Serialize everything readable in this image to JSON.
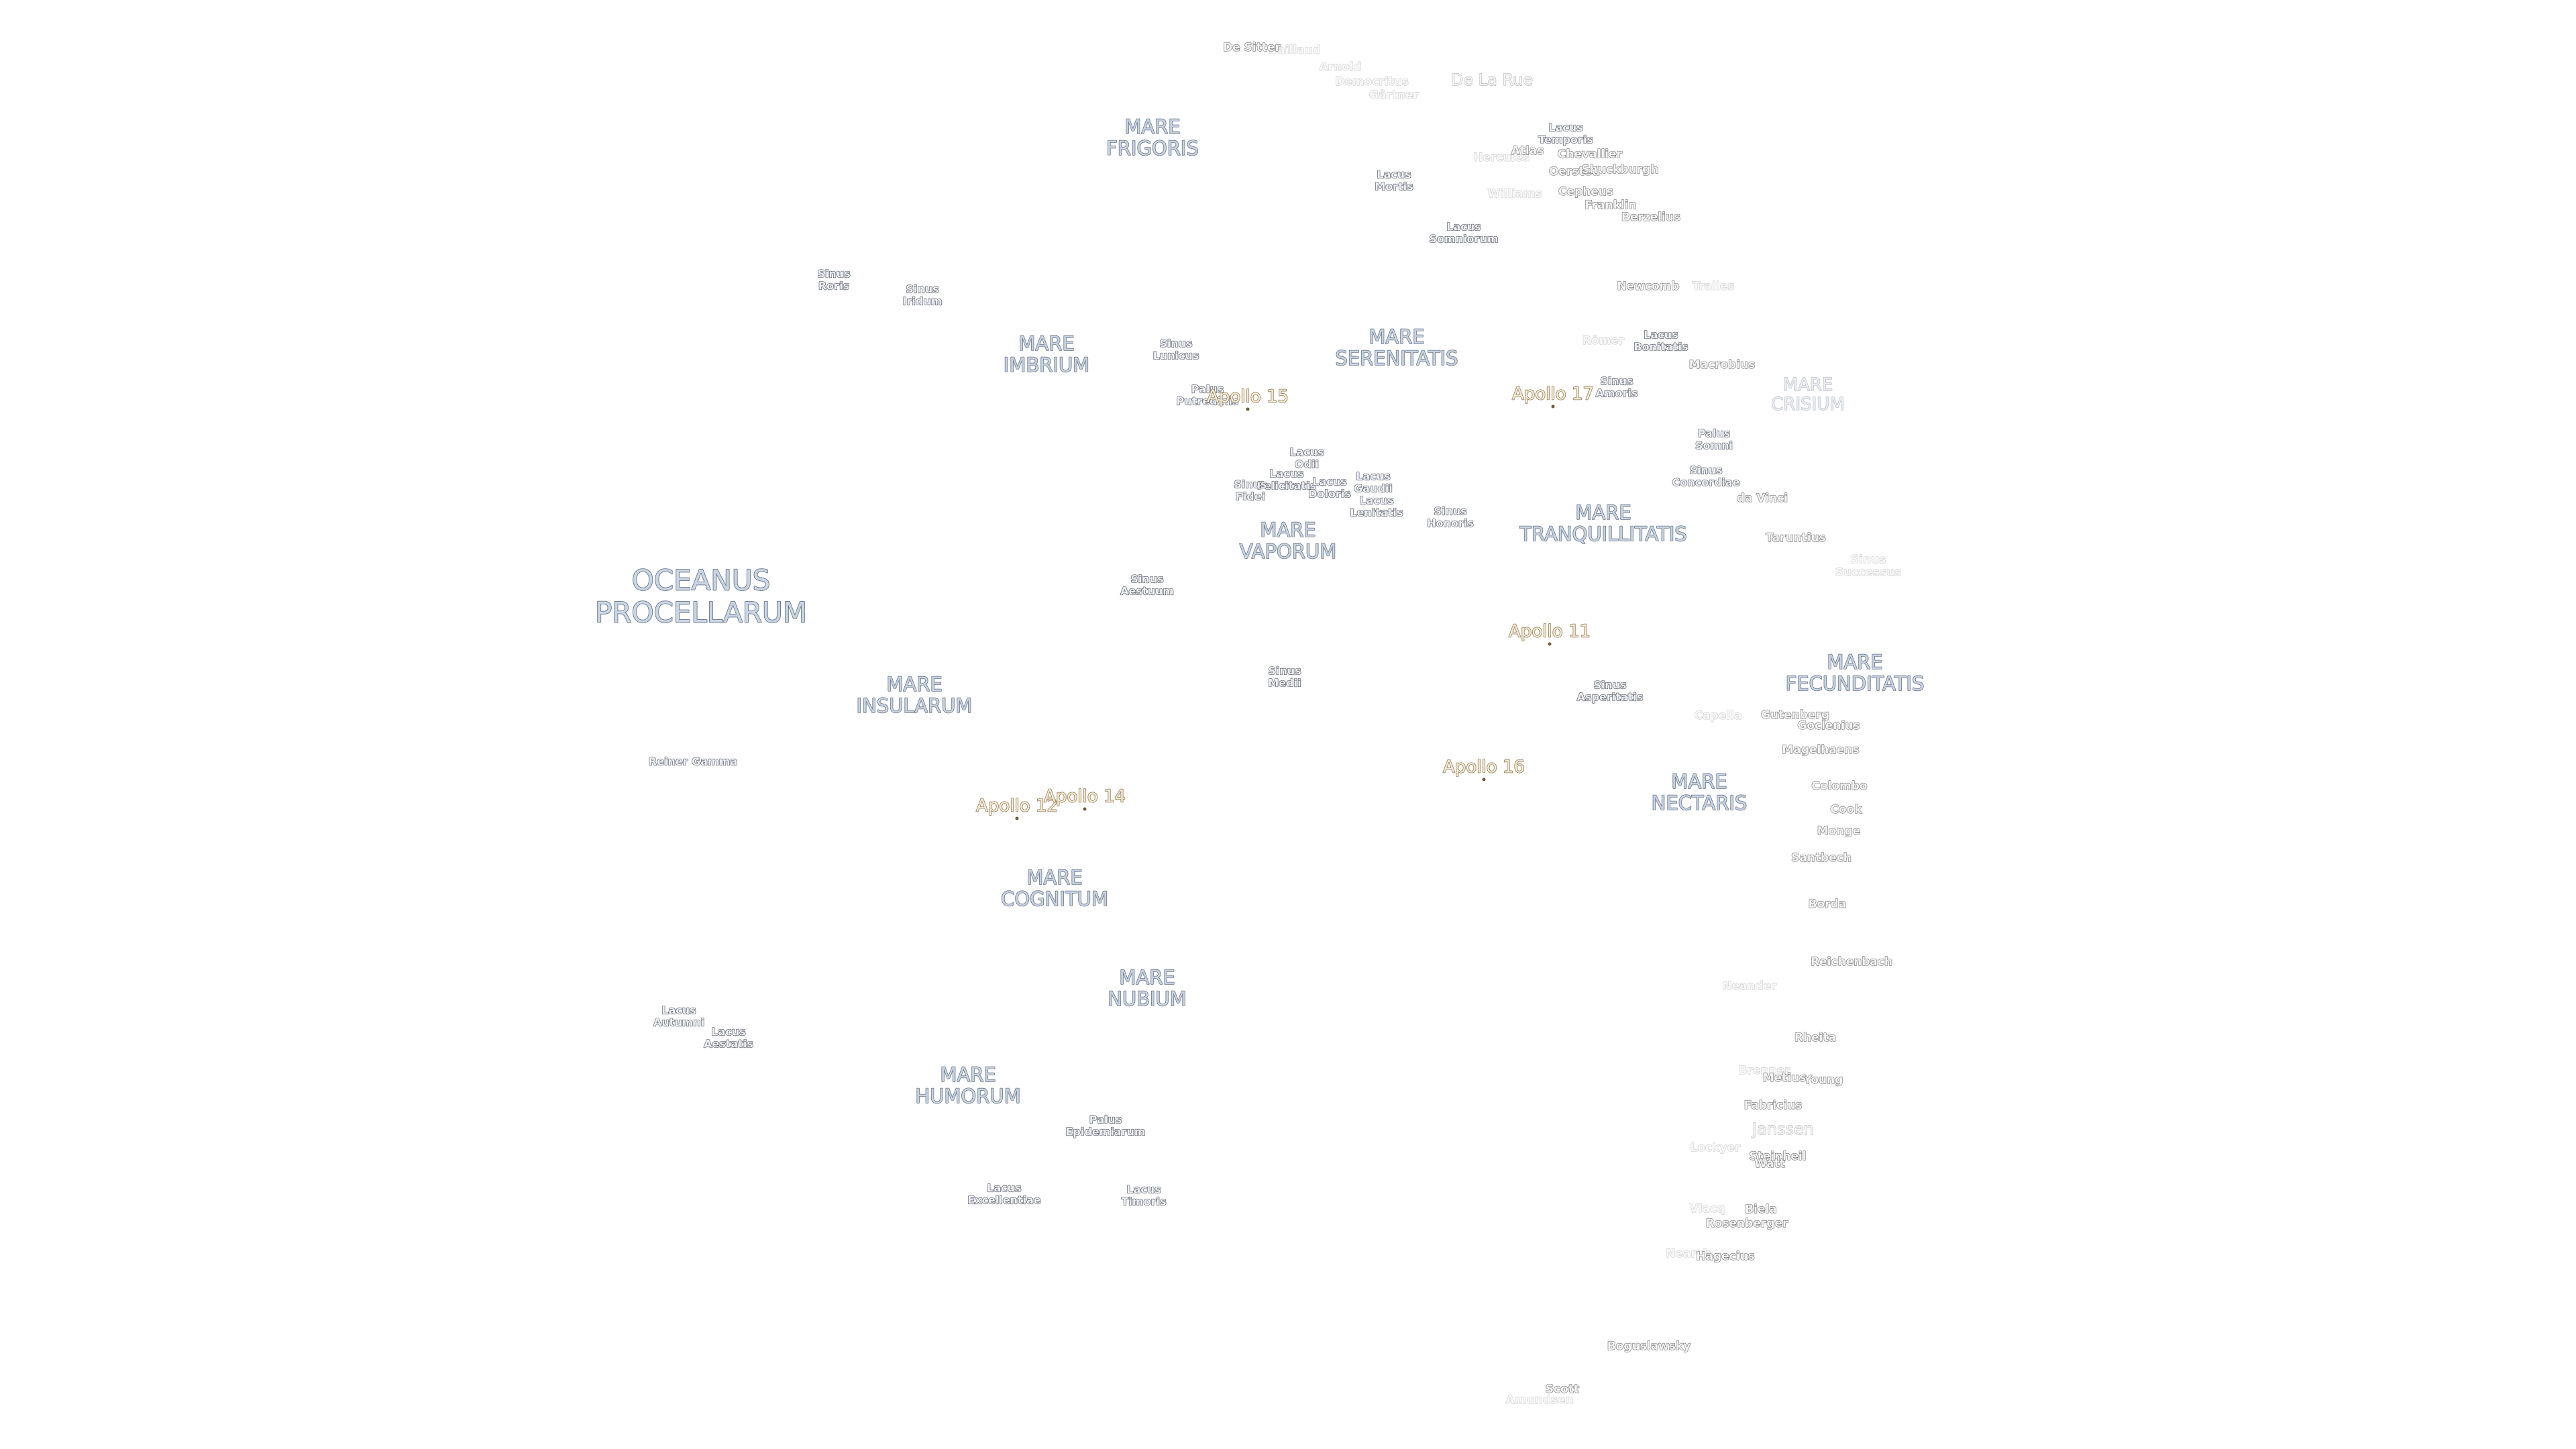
{
  "map": {
    "oceanus": [
      {
        "id": "oceanus-procellarum",
        "lines": [
          "OCEANUS",
          "PROCELLARUM"
        ]
      }
    ],
    "maria": [
      {
        "id": "mare-frigoris",
        "lines": [
          "MARE",
          "FRIGORIS"
        ]
      },
      {
        "id": "mare-imbrium",
        "lines": [
          "MARE",
          "IMBRIUM"
        ]
      },
      {
        "id": "mare-serenitatis",
        "lines": [
          "MARE",
          "SERENITATIS"
        ]
      },
      {
        "id": "mare-tranquillitatis",
        "lines": [
          "MARE",
          "TRANQUILLITATIS"
        ]
      },
      {
        "id": "mare-fecunditatis",
        "lines": [
          "MARE",
          "FECUNDITATIS"
        ]
      },
      {
        "id": "mare-insularum",
        "lines": [
          "MARE",
          "INSULARUM"
        ]
      },
      {
        "id": "mare-cognitum",
        "lines": [
          "MARE",
          "COGNITUM"
        ]
      },
      {
        "id": "mare-nubium",
        "lines": [
          "MARE",
          "NUBIUM"
        ]
      },
      {
        "id": "mare-humorum",
        "lines": [
          "MARE",
          "HUMORUM"
        ]
      },
      {
        "id": "mare-nectaris",
        "lines": [
          "MARE",
          "NECTARIS"
        ]
      },
      {
        "id": "mare-vaporum",
        "lines": [
          "MARE",
          "VAPORUM"
        ]
      }
    ],
    "maria_faint": [
      {
        "id": "mare-crisium",
        "lines": [
          "MARE",
          "CRISIUM"
        ]
      }
    ],
    "minor_features": [
      {
        "id": "lacus-mortis",
        "lines": [
          "Lacus",
          "Mortis"
        ]
      },
      {
        "id": "lacus-somniorum",
        "lines": [
          "Lacus",
          "Somniorum"
        ]
      },
      {
        "id": "lacus-temporis",
        "lines": [
          "Lacus",
          "Temporis"
        ]
      },
      {
        "id": "sinus-roris",
        "lines": [
          "Sinus",
          "Roris"
        ]
      },
      {
        "id": "sinus-iridum",
        "lines": [
          "Sinus",
          "Iridum"
        ]
      },
      {
        "id": "sinus-lunicus",
        "lines": [
          "Sinus",
          "Lunicus"
        ]
      },
      {
        "id": "palus-putredinis",
        "lines": [
          "Palus",
          "Putredinis"
        ]
      },
      {
        "id": "lacus-bonitatis",
        "lines": [
          "Lacus",
          "Bonitatis"
        ]
      },
      {
        "id": "sinus-amoris",
        "lines": [
          "Sinus",
          "Amoris"
        ]
      },
      {
        "id": "palus-somni",
        "lines": [
          "Palus",
          "Somni"
        ]
      },
      {
        "id": "sinus-concordiae",
        "lines": [
          "Sinus",
          "Concordiae"
        ]
      },
      {
        "id": "lacus-odii",
        "lines": [
          "Lacus",
          "Odii"
        ]
      },
      {
        "id": "lacus-felicitatis",
        "lines": [
          "Lacus",
          "Felicitatis"
        ]
      },
      {
        "id": "lacus-doloris",
        "lines": [
          "Lacus",
          "Doloris"
        ]
      },
      {
        "id": "sinus-fidei",
        "lines": [
          "Sinus",
          "Fidei"
        ]
      },
      {
        "id": "lacus-gaudii",
        "lines": [
          "Lacus",
          "Gaudii"
        ]
      },
      {
        "id": "sinus-honoris",
        "lines": [
          "Sinus",
          "Honoris"
        ]
      },
      {
        "id": "lacus-lenitatis",
        "lines": [
          "Lacus",
          "Lenitatis"
        ]
      },
      {
        "id": "sinus-aestuum",
        "lines": [
          "Sinus",
          "Aestuum"
        ]
      },
      {
        "id": "sinus-medii",
        "lines": [
          "Sinus",
          "Medii"
        ]
      },
      {
        "id": "sinus-asperitatis",
        "lines": [
          "Sinus",
          "Asperitatis"
        ]
      },
      {
        "id": "reiner-gamma",
        "lines": [
          "Reiner Gamma"
        ]
      },
      {
        "id": "lacus-autumni",
        "lines": [
          "Lacus",
          "Autumni"
        ]
      },
      {
        "id": "lacus-aestatis",
        "lines": [
          "Lacus",
          "Aestatis"
        ]
      },
      {
        "id": "palus-epidemiarum",
        "lines": [
          "Palus",
          "Epidemiarum"
        ]
      },
      {
        "id": "lacus-excellentiae",
        "lines": [
          "Lacus",
          "Excellentiae"
        ]
      },
      {
        "id": "lacus-timoris",
        "lines": [
          "Lacus",
          "Timoris"
        ]
      }
    ],
    "craters": [
      {
        "id": "de-sitter",
        "lines": [
          "De Sitter"
        ]
      },
      {
        "id": "atlas",
        "lines": [
          "Atlas"
        ]
      },
      {
        "id": "chevallier",
        "lines": [
          "Chevallier"
        ]
      },
      {
        "id": "oersted",
        "lines": [
          "Oersted"
        ]
      },
      {
        "id": "shuckburgh",
        "lines": [
          "Shuckburgh"
        ]
      },
      {
        "id": "cepheus",
        "lines": [
          "Cepheus"
        ]
      },
      {
        "id": "franklin",
        "lines": [
          "Franklin"
        ]
      },
      {
        "id": "berzelius",
        "lines": [
          "Berzelius"
        ]
      },
      {
        "id": "newcomb",
        "lines": [
          "Newcomb"
        ]
      },
      {
        "id": "macrobius",
        "lines": [
          "Macrobius"
        ]
      },
      {
        "id": "da-vinci",
        "lines": [
          "da Vinci"
        ]
      },
      {
        "id": "taruntius",
        "lines": [
          "Taruntius"
        ]
      },
      {
        "id": "gutenberg",
        "lines": [
          "Gutenberg"
        ]
      },
      {
        "id": "goclenius",
        "lines": [
          "Goclenius"
        ]
      },
      {
        "id": "magelhaens",
        "lines": [
          "Magelhaens"
        ]
      },
      {
        "id": "colombo",
        "lines": [
          "Colombo"
        ]
      },
      {
        "id": "cook",
        "lines": [
          "Cook"
        ]
      },
      {
        "id": "monge",
        "lines": [
          "Monge"
        ]
      },
      {
        "id": "santbech",
        "lines": [
          "Santbech"
        ]
      },
      {
        "id": "borda",
        "lines": [
          "Borda"
        ]
      },
      {
        "id": "reichenbach",
        "lines": [
          "Reichenbach"
        ]
      },
      {
        "id": "rheita",
        "lines": [
          "Rheita"
        ]
      },
      {
        "id": "young",
        "lines": [
          "Young"
        ]
      },
      {
        "id": "metius",
        "lines": [
          "Metius"
        ]
      },
      {
        "id": "fabricius",
        "lines": [
          "Fabricius"
        ]
      },
      {
        "id": "steinheil",
        "lines": [
          "Steinheil"
        ]
      },
      {
        "id": "watt",
        "lines": [
          "Watt"
        ]
      },
      {
        "id": "biela",
        "lines": [
          "Biela"
        ]
      },
      {
        "id": "rosenberger",
        "lines": [
          "Rosenberger"
        ]
      },
      {
        "id": "hagecius",
        "lines": [
          "Hagecius"
        ]
      },
      {
        "id": "boguslawsky",
        "lines": [
          "Boguslawsky"
        ]
      },
      {
        "id": "scott",
        "lines": [
          "Scott"
        ]
      }
    ],
    "craters_faint": [
      {
        "id": "baillaud",
        "lines": [
          "Baillaud"
        ]
      },
      {
        "id": "arnold",
        "lines": [
          "Arnold"
        ]
      },
      {
        "id": "democritus",
        "lines": [
          "Democritus"
        ]
      },
      {
        "id": "gartner",
        "lines": [
          "Gärtner"
        ]
      },
      {
        "id": "hercules",
        "lines": [
          "Hercules"
        ]
      },
      {
        "id": "williams",
        "lines": [
          "Williams"
        ]
      },
      {
        "id": "tralles",
        "lines": [
          "Tralles"
        ]
      },
      {
        "id": "romer",
        "lines": [
          "Römer"
        ]
      },
      {
        "id": "sinus-successus",
        "lines": [
          "Sinus",
          "Successus"
        ]
      },
      {
        "id": "capella",
        "lines": [
          "Capella"
        ]
      },
      {
        "id": "neander",
        "lines": [
          "Neander"
        ]
      },
      {
        "id": "brenner",
        "lines": [
          "Brenner"
        ]
      },
      {
        "id": "lockyer",
        "lines": [
          "Lockyer"
        ]
      },
      {
        "id": "vlacq",
        "lines": [
          "Vlacq"
        ]
      },
      {
        "id": "nearch",
        "lines": [
          "Nearch"
        ]
      },
      {
        "id": "amundsen",
        "lines": [
          "Amundsen"
        ]
      }
    ],
    "craters_large": [
      {
        "id": "de-la-rue",
        "lines": [
          "De La Rue"
        ]
      },
      {
        "id": "janssen",
        "lines": [
          "Janssen"
        ]
      }
    ],
    "apollo_sites": [
      {
        "id": "apollo-15",
        "label": "Apollo 15"
      },
      {
        "id": "apollo-17",
        "label": "Apollo 17"
      },
      {
        "id": "apollo-11",
        "label": "Apollo 11"
      },
      {
        "id": "apollo-16",
        "label": "Apollo 16"
      },
      {
        "id": "apollo-12",
        "label": "Apollo 12"
      },
      {
        "id": "apollo-14",
        "label": "Apollo 14"
      }
    ],
    "colors": {
      "mare_fill": "#c7d3e2",
      "mare_outline": "#6a7584",
      "apollo_fill": "#f4ead3",
      "apollo_outline": "#8c7a55",
      "background": "#ffffff"
    }
  }
}
